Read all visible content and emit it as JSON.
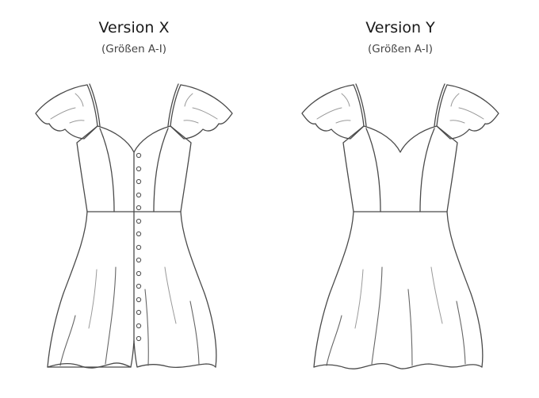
{
  "versions": [
    {
      "title": "Version X",
      "subtitle": "(Größen A-I)",
      "features": [
        "button-front",
        "sweetheart-neckline",
        "flutter-sleeves",
        "princess-seams",
        "waist-seam",
        "flared-skirt"
      ],
      "button_count": 15
    },
    {
      "title": "Version Y",
      "subtitle": "(Größen A-I)",
      "features": [
        "sweetheart-neckline",
        "flutter-sleeves",
        "princess-seams",
        "waist-seam",
        "flared-skirt"
      ],
      "button_count": 0
    }
  ]
}
